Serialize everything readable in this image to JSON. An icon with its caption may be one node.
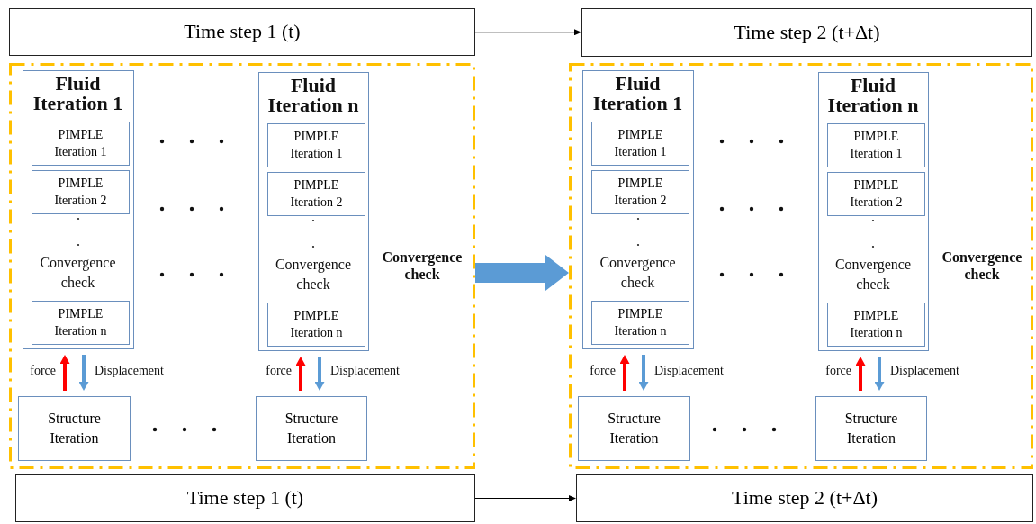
{
  "diagram": {
    "nodes": [
      {
        "text": [
          "Time step 1 (t)"
        ]
      },
      {
        "text": [
          "Time step 2 (t+Δt)"
        ]
      },
      {
        "text": [
          "Convergence check"
        ]
      },
      {
        "text": [
          "Fluid Iteration 1",
          "Convergence check"
        ],
        "in": 2
      },
      {
        "text": [
          "PIMPLE Iteration 1"
        ],
        "in": 3
      },
      {
        "text": [
          "PIMPLE Iteration 2"
        ],
        "in": 3
      },
      {
        "text": [
          "PIMPLE Iteration n"
        ],
        "in": 3
      },
      {
        "text": [
          "Fluid Iteration n",
          "Convergence check"
        ],
        "in": 2
      },
      {
        "text": [
          "PIMPLE Iteration 1"
        ],
        "in": 7
      },
      {
        "text": [
          "PIMPLE Iteration 2"
        ],
        "in": 7
      },
      {
        "text": [
          "PIMPLE Iteration n"
        ],
        "in": 7
      },
      {
        "text": [
          "Structure Iteration"
        ],
        "in": 2
      },
      {
        "text": [
          "Structure Iteration"
        ],
        "in": 2
      },
      {
        "text": [
          "Convergence check"
        ]
      },
      {
        "text": [
          "Fluid Iteration 1",
          "Convergence check"
        ],
        "in": 13
      },
      {
        "text": [
          "PIMPLE Iteration 1"
        ],
        "in": 14
      },
      {
        "text": [
          "PIMPLE Iteration 2"
        ],
        "in": 14
      },
      {
        "text": [
          "PIMPLE Iteration n"
        ],
        "in": 14
      },
      {
        "text": [
          "Fluid Iteration n",
          "Convergence check"
        ],
        "in": 13
      },
      {
        "text": [
          "PIMPLE Iteration 1"
        ],
        "in": 18
      },
      {
        "text": [
          "PIMPLE Iteration 2"
        ],
        "in": 18
      },
      {
        "text": [
          "PIMPLE Iteration n"
        ],
        "in": 18
      },
      {
        "text": [
          "Structure Iteration"
        ],
        "in": 13
      },
      {
        "text": [
          "Structure Iteration"
        ],
        "in": 13
      },
      {
        "text": [
          "Time step 1 (t)"
        ]
      },
      {
        "text": [
          "Time step 2 (t+Δt)"
        ]
      }
    ],
    "edges": [
      {
        "from": 0,
        "to": 1,
        "arrow": "to",
        "color": "#000000"
      },
      {
        "from": 11,
        "to": 3,
        "arrow": "to",
        "label": "force",
        "color": "#ff0000"
      },
      {
        "from": 3,
        "to": 11,
        "arrow": "to",
        "label": "Displacement",
        "color": "#5b9bd5"
      },
      {
        "from": 12,
        "to": 7,
        "arrow": "to",
        "label": "force",
        "color": "#ff0000"
      },
      {
        "from": 7,
        "to": 12,
        "arrow": "to",
        "label": "Displacement",
        "color": "#5b9bd5"
      },
      {
        "from": 22,
        "to": 14,
        "arrow": "to",
        "label": "force",
        "color": "#ff0000"
      },
      {
        "from": 14,
        "to": 22,
        "arrow": "to",
        "label": "Displacement",
        "color": "#5b9bd5"
      },
      {
        "from": 23,
        "to": 18,
        "arrow": "to",
        "label": "force",
        "color": "#ff0000"
      },
      {
        "from": 18,
        "to": 23,
        "arrow": "to",
        "label": "Displacement",
        "color": "#5b9bd5"
      },
      {
        "from": 2,
        "to": 13,
        "arrow": "to",
        "style": "thick",
        "color": "#5b9bd5"
      },
      {
        "from": 24,
        "to": 25,
        "arrow": "to",
        "color": "#000000"
      }
    ]
  }
}
